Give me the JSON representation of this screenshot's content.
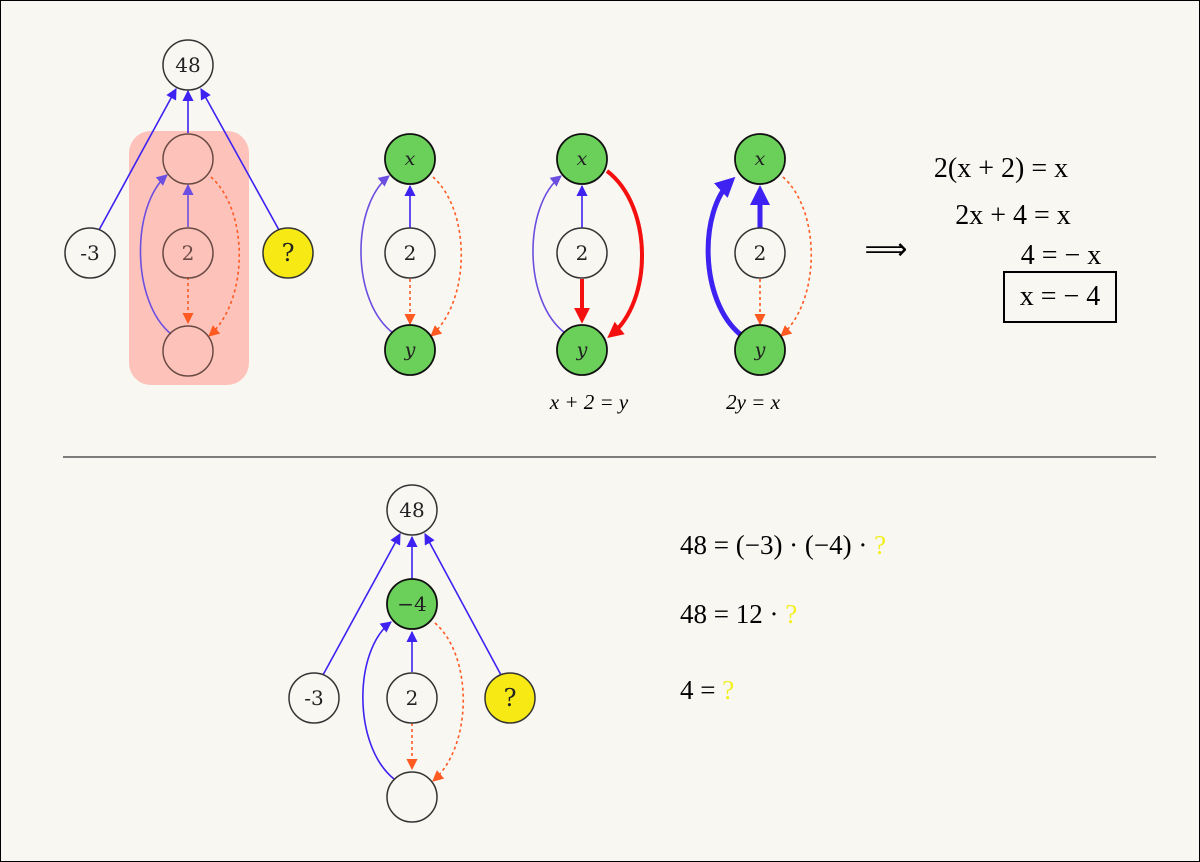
{
  "colors": {
    "background": "#f8f7f2",
    "green_node": "#6ad05a",
    "yellow_node": "#f7e914",
    "highlight": "#fdc3bb",
    "blue_edge": "#3d22f2",
    "purple_edge": "#6c4fe0",
    "orange_dotted": "#ff5a22",
    "red_edge": "#f51010"
  },
  "top": {
    "graph": {
      "root": "48",
      "left": "-3",
      "middle": "2",
      "right": "?"
    },
    "graph_a": {
      "top": "x",
      "middle": "2",
      "bottom": "y"
    },
    "graph_b": {
      "top": "x",
      "middle": "2",
      "bottom": "y",
      "caption": "x + 2 = y"
    },
    "graph_c": {
      "top": "x",
      "middle": "2",
      "bottom": "y",
      "caption": "2y = x"
    },
    "implies": "⟹",
    "equations": [
      "2(x + 2) = x",
      "2x + 4 = x",
      "4 = − x",
      "x = − 4"
    ]
  },
  "bottom": {
    "graph": {
      "root": "48",
      "solved": "−4",
      "left": "-3",
      "middle": "2",
      "right": "?"
    },
    "equations": [
      {
        "text": "48 = (−3) · (−4) · ",
        "q": "?"
      },
      {
        "text": "48 = 12 · ",
        "q": "?"
      },
      {
        "text": "4 = ",
        "q": "?"
      }
    ]
  }
}
